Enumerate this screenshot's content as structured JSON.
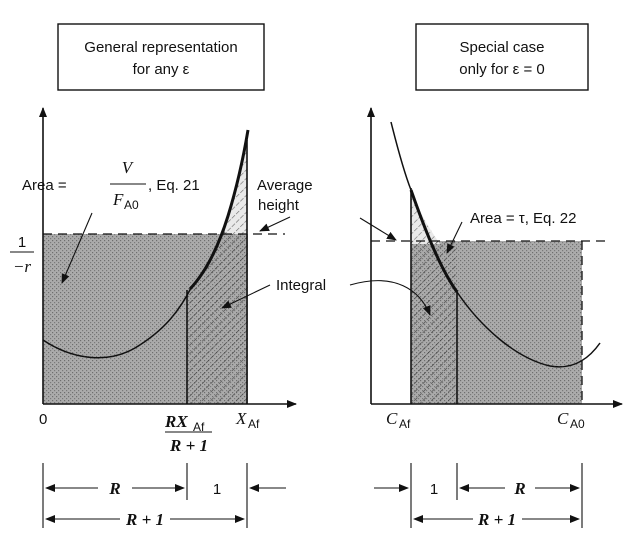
{
  "left_panel": {
    "title_line1": "General representation",
    "title_line2": "for any ε",
    "area_label_prefix": "Area =",
    "area_fraction_num": "V",
    "area_fraction_den": "F",
    "area_fraction_den_sub": "A0",
    "area_label_suffix": ", Eq. 21",
    "y_axis_num": "1",
    "y_axis_den": "−r",
    "x_origin": "0",
    "x_mid_num": "RX",
    "x_mid_num_sub": "Af",
    "x_mid_den": "R + 1",
    "x_end": "X",
    "x_end_sub": "Af",
    "integral_label": "Integral",
    "avg_height_line1": "Average",
    "avg_height_line2": "height",
    "dim_R": "R",
    "dim_1": "1",
    "dim_R_plus_1": "R + 1"
  },
  "right_panel": {
    "title_line1": "Special case",
    "title_line2": "only for ε = 0",
    "area_label": "Area = τ, Eq. 22",
    "x_start": "C",
    "x_start_sub": "Af",
    "x_end": "C",
    "x_end_sub": "A0",
    "dim_1": "1",
    "dim_R": "R",
    "dim_R_plus_1": "R + 1"
  },
  "colors": {
    "shade": "#9a9a9a",
    "hatch": "#d6d6d6",
    "ink": "#111111"
  }
}
